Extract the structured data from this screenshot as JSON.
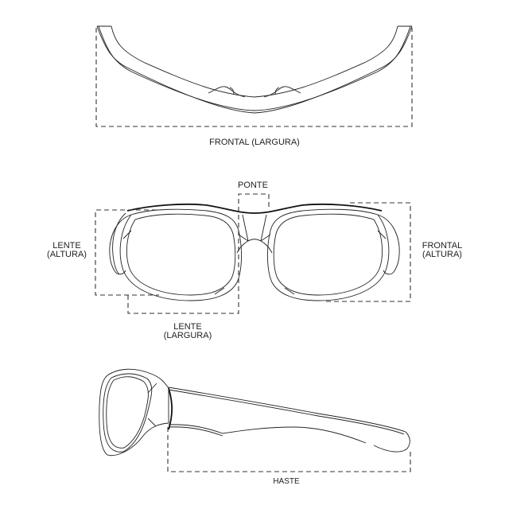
{
  "views": {
    "top": {
      "label": "FRONTAL (LARGURA)"
    },
    "front": {
      "bridge_label": "PONTE",
      "lens_height_label_line1": "LENTE",
      "lens_height_label_line2": "(ALTURA)",
      "frame_height_label_line1": "FRONTAL",
      "frame_height_label_line2": "(ALTURA)",
      "lens_width_label_line1": "LENTE",
      "lens_width_label_line2": "(LARGURA)"
    },
    "side": {
      "label": "HASTE"
    }
  },
  "colors": {
    "line": "#222222",
    "dash": "#333333",
    "background": "#ffffff"
  }
}
